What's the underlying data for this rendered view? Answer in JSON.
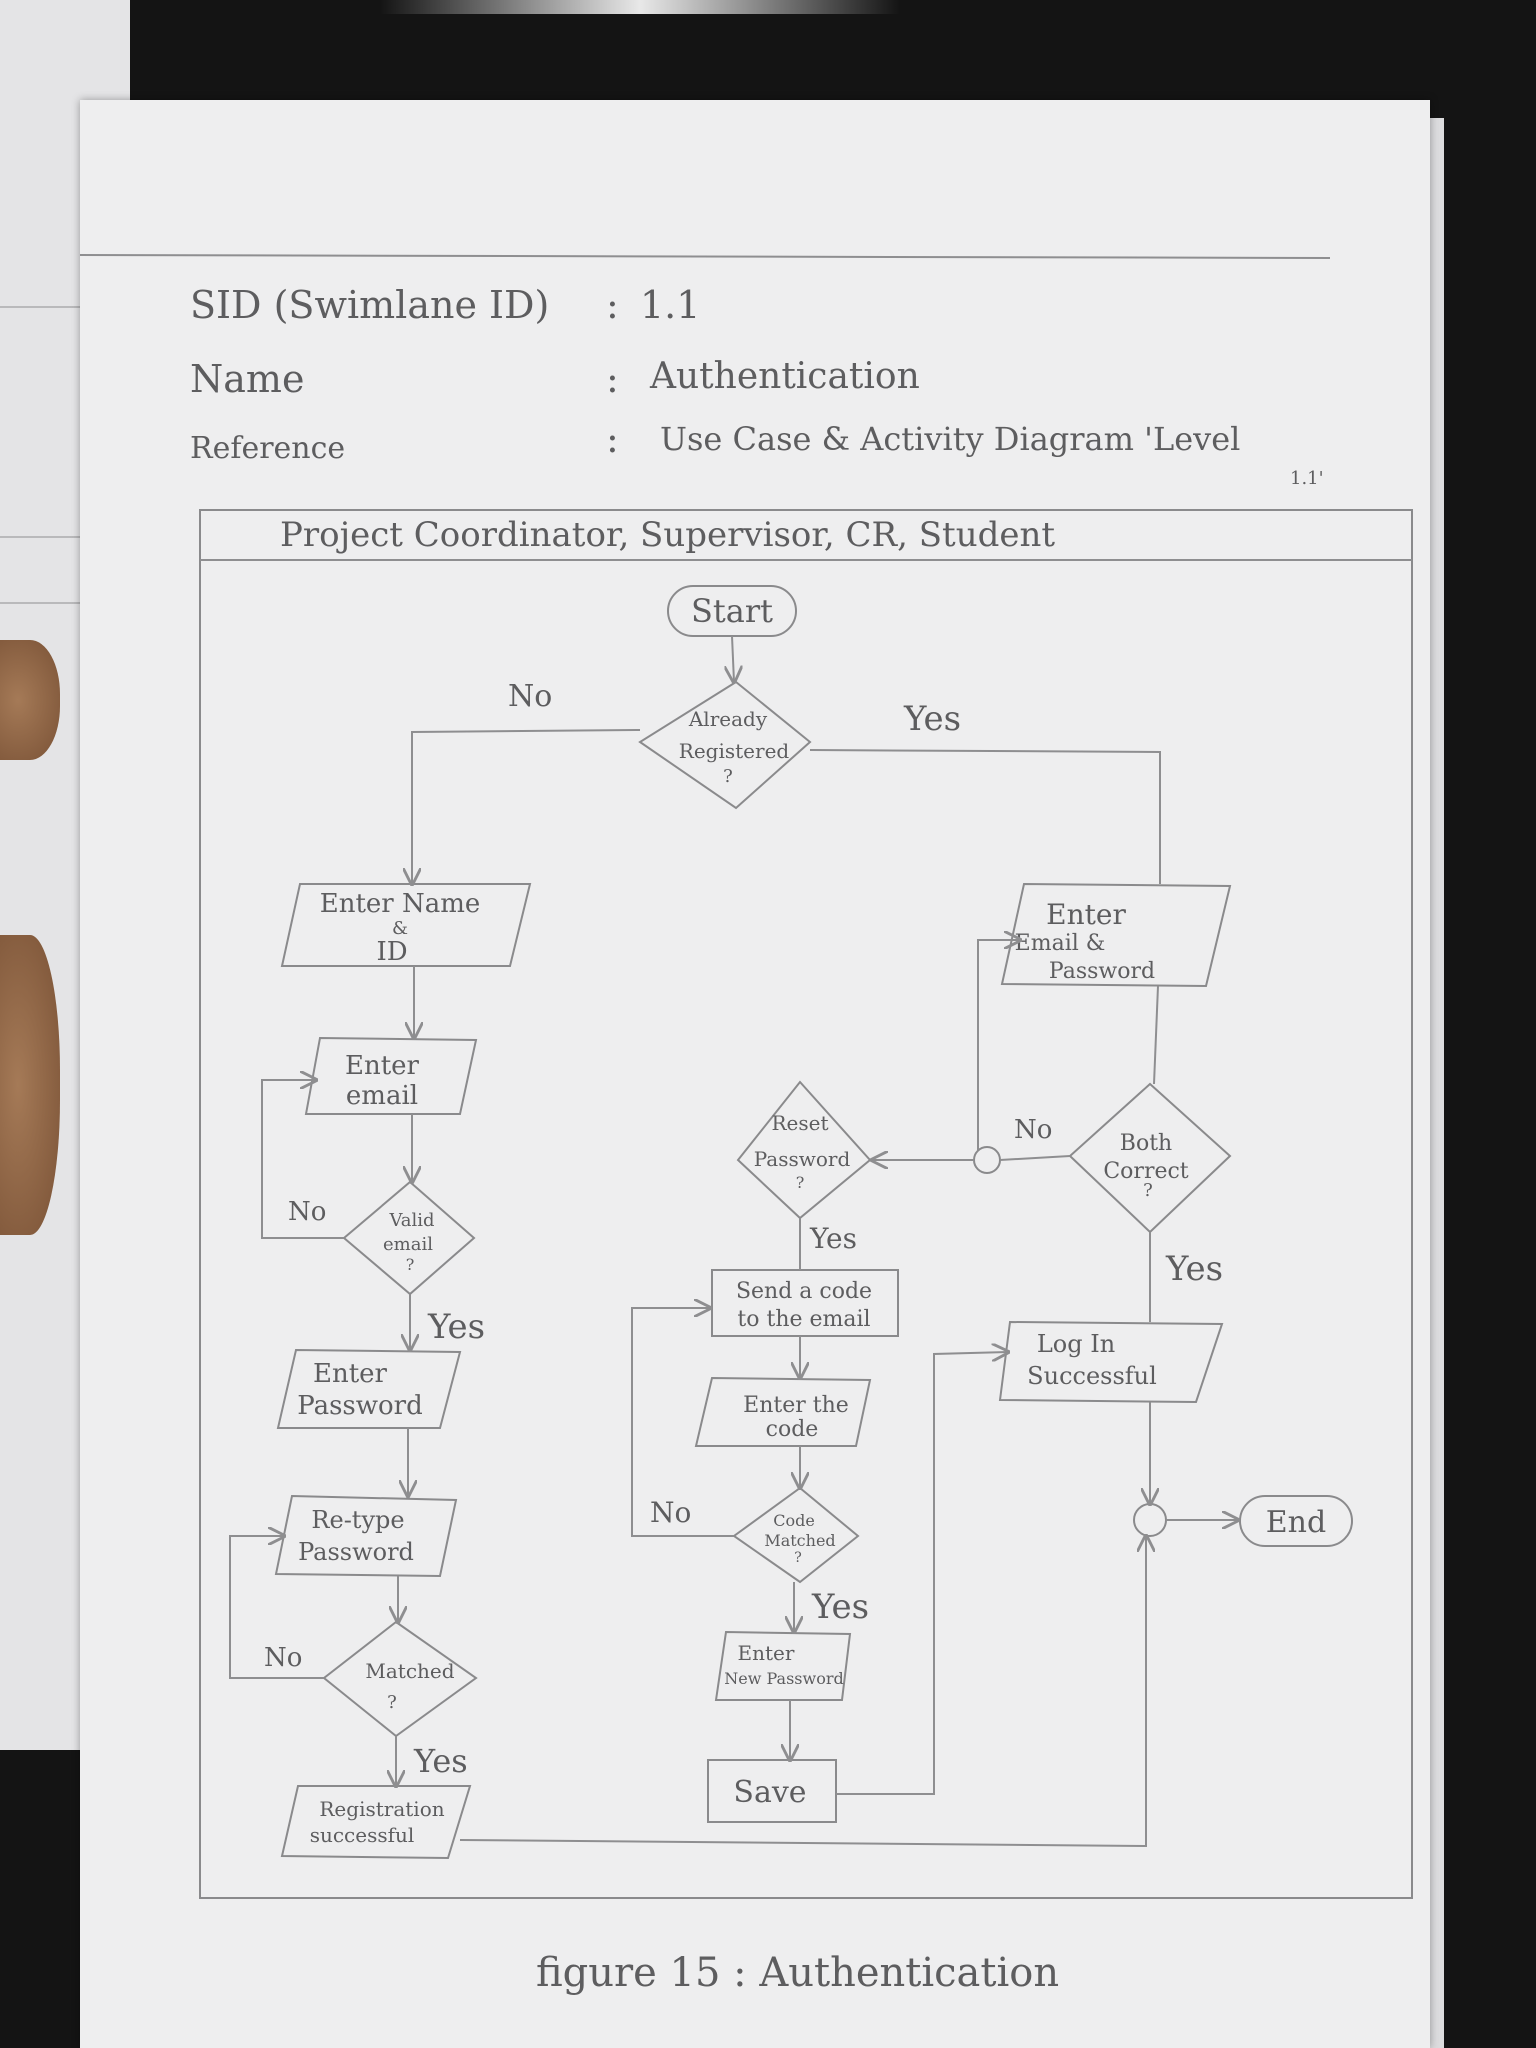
{
  "header": {
    "sid_label": "SID (Swimlane ID)",
    "sid_value": "1.1",
    "name_label": "Name",
    "name_value": "Authentication",
    "reference_label": "Reference",
    "reference_value": "Use Case & Activity Diagram 'Level",
    "reference_value_cont": "1.1'",
    "separator": ":"
  },
  "swimlane": {
    "title": "Project Coordinator, Supervisor, CR, Student"
  },
  "nodes": {
    "start": "Start",
    "already_registered_1": "Already",
    "already_registered_2": "Registered",
    "already_registered_3": "?",
    "enter_name_id_1": "Enter Name",
    "enter_name_id_2": "&",
    "enter_name_id_3": "ID",
    "enter_email_1": "Enter",
    "enter_email_2": "email",
    "valid_email_1": "Valid",
    "valid_email_2": "email",
    "valid_email_3": "?",
    "enter_password_1": "Enter",
    "enter_password_2": "Password",
    "retype_password_1": "Re-type",
    "retype_password_2": "Password",
    "matched_1": "Matched",
    "matched_2": "?",
    "registration_successful_1": "Registration",
    "registration_successful_2": "successful",
    "enter_email_password_1": "Enter",
    "enter_email_password_2": "Email &",
    "enter_email_password_3": "Password",
    "both_correct_1": "Both",
    "both_correct_2": "Correct",
    "both_correct_3": "?",
    "reset_password_1": "Reset",
    "reset_password_2": "Password",
    "reset_password_3": "?",
    "send_code_1": "Send a code",
    "send_code_2": "to the email",
    "enter_code_1": "Enter the",
    "enter_code_2": "code",
    "code_matched_1": "Code",
    "code_matched_2": "Matched",
    "code_matched_3": "?",
    "enter_new_password_1": "Enter",
    "enter_new_password_2": "New Password",
    "save": "Save",
    "login_successful_1": "Log In",
    "login_successful_2": "Successful",
    "end": "End"
  },
  "edge_labels": {
    "registered_no": "No",
    "registered_yes": "Yes",
    "valid_email_no": "No",
    "valid_email_yes": "Yes",
    "matched_no": "No",
    "matched_yes": "Yes",
    "both_correct_no": "No",
    "both_correct_yes": "Yes",
    "reset_yes": "Yes",
    "code_matched_no": "No",
    "code_matched_yes": "Yes"
  },
  "caption": "figure 15 : Authentication"
}
